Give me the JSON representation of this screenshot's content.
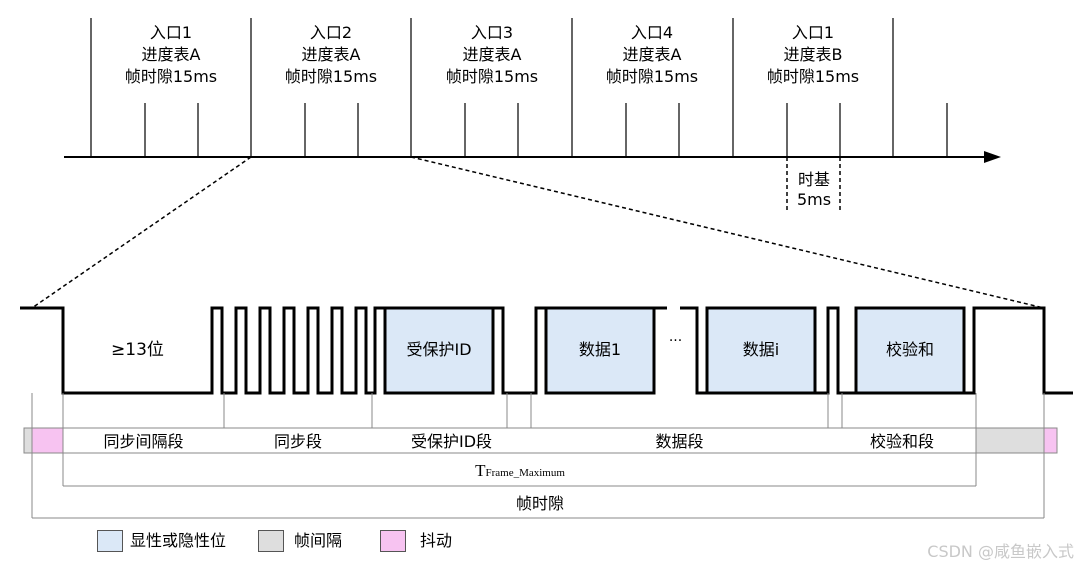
{
  "timeline": {
    "slots": [
      {
        "entry": "入口1",
        "table": "进度表A",
        "slot": "帧时隙15ms"
      },
      {
        "entry": "入口2",
        "table": "进度表A",
        "slot": "帧时隙15ms"
      },
      {
        "entry": "入口3",
        "table": "进度表A",
        "slot": "帧时隙15ms"
      },
      {
        "entry": "入口4",
        "table": "进度表A",
        "slot": "帧时隙15ms"
      },
      {
        "entry": "入口1",
        "table": "进度表B",
        "slot": "帧时隙15ms"
      }
    ],
    "timebase": {
      "line1": "时基",
      "line2": "5ms"
    }
  },
  "frame": {
    "break_label": "≥13位",
    "protected_id": "受保护ID",
    "data1": "数据1",
    "ellipsis": "···",
    "datai": "数据i",
    "checksum": "校验和"
  },
  "segments": {
    "sync_break": "同步间隔段",
    "sync": "同步段",
    "pid": "受保护ID段",
    "data": "数据段",
    "checksum": "校验和段"
  },
  "t_frame": {
    "main": "T",
    "sub": "Frame_Maximum"
  },
  "frame_slot": "帧时隙",
  "legend": {
    "dominant": "显性或隐性位",
    "interframe": "帧间隔",
    "jitter": "抖动"
  },
  "colors": {
    "field_fill": "#dbe8f7",
    "interframe_fill": "#dedede",
    "jitter_fill": "#f7c3f1"
  },
  "watermark": "CSDN @咸鱼嵌入式"
}
